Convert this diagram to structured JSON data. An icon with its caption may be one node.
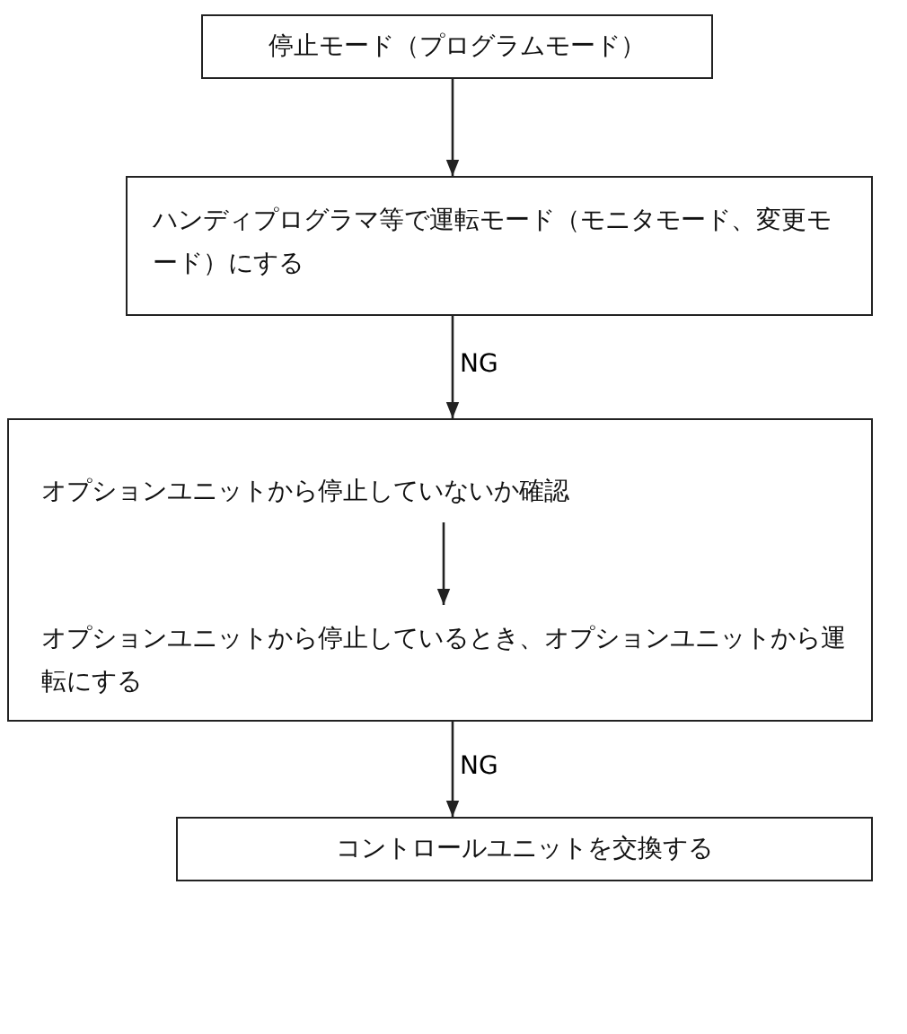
{
  "diagram": {
    "nodes": [
      {
        "text": [
          "停止モード（プログラムモード）"
        ]
      },
      {
        "text": [
          "ハンディプログラマ等で運転モード（モニタモード、変更モード）にする"
        ]
      },
      {
        "text": [],
        "shape": "box"
      },
      {
        "text": [
          "オプションユニットから停止していないか確認"
        ],
        "in": 2
      },
      {
        "text": [
          "オプションユニットから停止しているとき、オプションユニットから運転にする"
        ],
        "in": 2
      },
      {
        "text": [
          "コントロールユニットを交換する"
        ]
      }
    ],
    "edges": [
      {
        "from": 0,
        "to": 1,
        "arrow": "to"
      },
      {
        "from": 1,
        "to": 2,
        "arrow": "to",
        "label": "NG"
      },
      {
        "from": 3,
        "to": 4,
        "arrow": "to"
      },
      {
        "from": 2,
        "to": 5,
        "arrow": "to",
        "label": "NG"
      }
    ]
  }
}
